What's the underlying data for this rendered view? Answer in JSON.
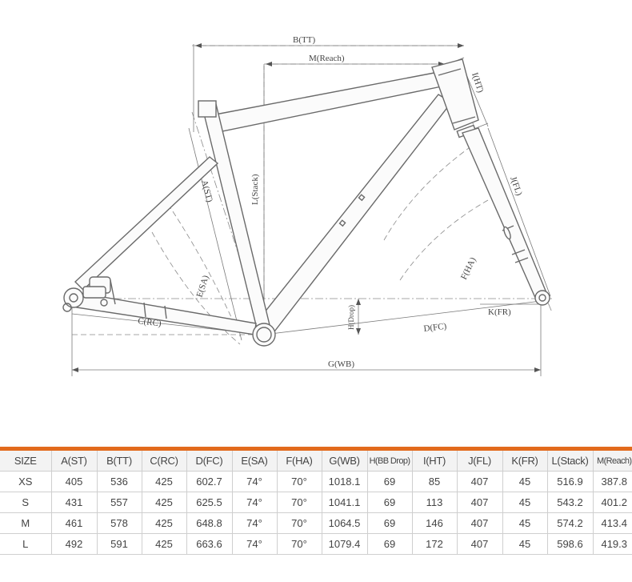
{
  "diagram": {
    "labels": {
      "tt": "B(TT)",
      "reach": "M(Reach)",
      "ht": "I(HT)",
      "stack": "L(Stack)",
      "st": "A(ST)",
      "fl": "J(FL)",
      "sa": "E(SA)",
      "ha": "F(HA)",
      "bb_drop": "H(Drop)",
      "fr": "K(FR)",
      "fc": "D(FC)",
      "rc": "C(RC)",
      "wb": "G(WB)"
    }
  },
  "table": {
    "headers": [
      "SIZE",
      "A(ST)",
      "B(TT)",
      "C(RC)",
      "D(FC)",
      "E(SA)",
      "F(HA)",
      "G(WB)",
      "H(BB Drop)",
      "I(HT)",
      "J(FL)",
      "K(FR)",
      "L(Stack)",
      "M(Reach)"
    ],
    "rows": [
      [
        "XS",
        "405",
        "536",
        "425",
        "602.7",
        "74°",
        "70°",
        "1018.1",
        "69",
        "85",
        "407",
        "45",
        "516.9",
        "387.8"
      ],
      [
        "S",
        "431",
        "557",
        "425",
        "625.5",
        "74°",
        "70°",
        "1041.1",
        "69",
        "113",
        "407",
        "45",
        "543.2",
        "401.2"
      ],
      [
        "M",
        "461",
        "578",
        "425",
        "648.8",
        "74°",
        "70°",
        "1064.5",
        "69",
        "146",
        "407",
        "45",
        "574.2",
        "413.4"
      ],
      [
        "L",
        "492",
        "591",
        "425",
        "663.6",
        "74°",
        "70°",
        "1079.4",
        "69",
        "172",
        "407",
        "45",
        "598.6",
        "419.3"
      ]
    ]
  }
}
